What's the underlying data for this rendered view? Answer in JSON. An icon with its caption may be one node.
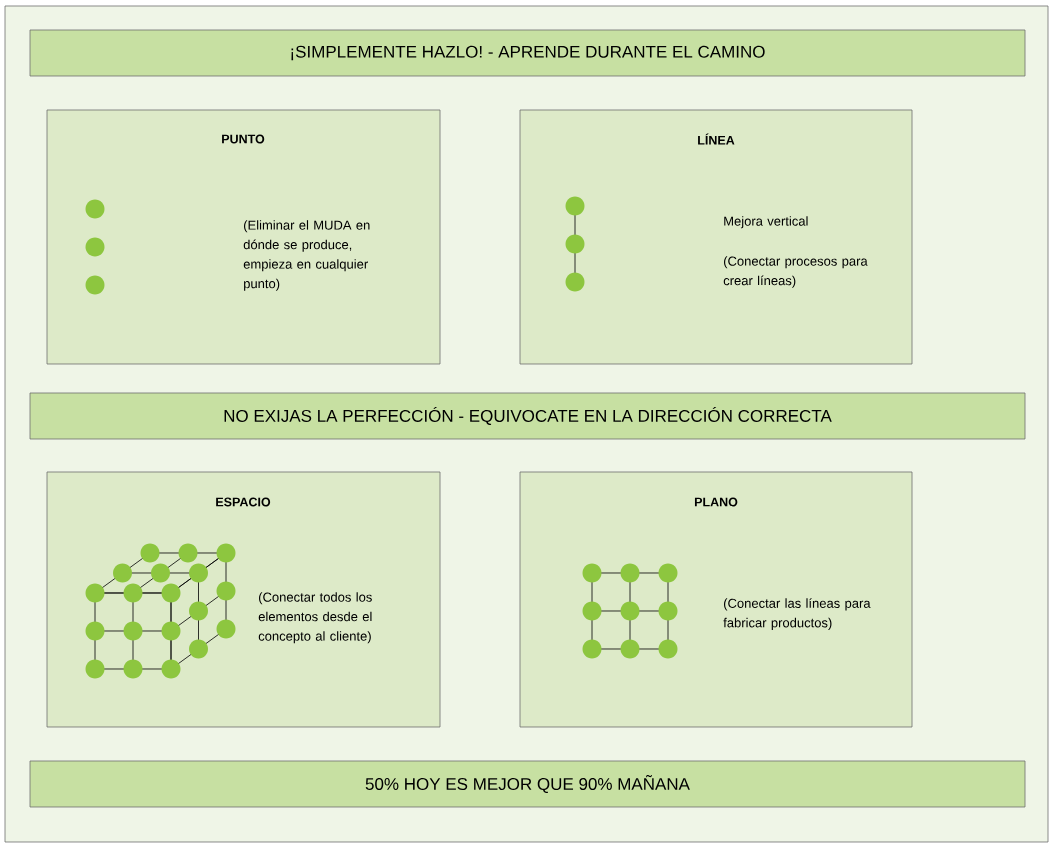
{
  "diagram": {
    "nodes": [
      {
        "text": [
          "¡SIMPLEMENTE HAZLO! - APRENDE DURANTE EL CAMINO"
        ]
      },
      {
        "text": [
          "PUNTO",
          "(Eliminar el MUDA en dónde se produce, empieza en cualquier punto)"
        ]
      },
      {
        "text": [
          "LÍNEA",
          "Mejora vertical",
          "(Conectar procesos para crear líneas)"
        ]
      },
      {
        "text": [
          "NO EXIJAS LA PERFECCIÓN - EQUIVOCATE EN LA DIRECCIÓN CORRECTA"
        ]
      },
      {
        "text": [
          "ESPACIO",
          "(Conectar todos los elementos desde el concepto al cliente)"
        ]
      },
      {
        "text": [
          "PLANO",
          "(Conectar las líneas para fabricar productos)"
        ]
      },
      {
        "text": [
          "50% HOY ES MEJOR QUE 90% MAÑANA"
        ]
      }
    ]
  }
}
